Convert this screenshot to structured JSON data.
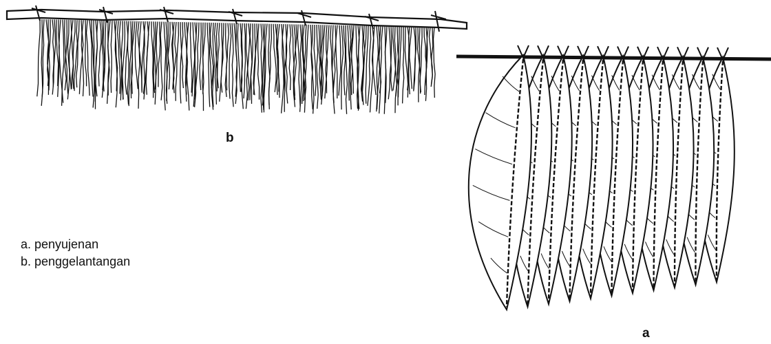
{
  "figure": {
    "labels": {
      "b": "b",
      "a": "a"
    },
    "legend": [
      {
        "key": "a.",
        "text": "penyujenan"
      },
      {
        "key": "b.",
        "text": "penggelantangan"
      }
    ]
  }
}
